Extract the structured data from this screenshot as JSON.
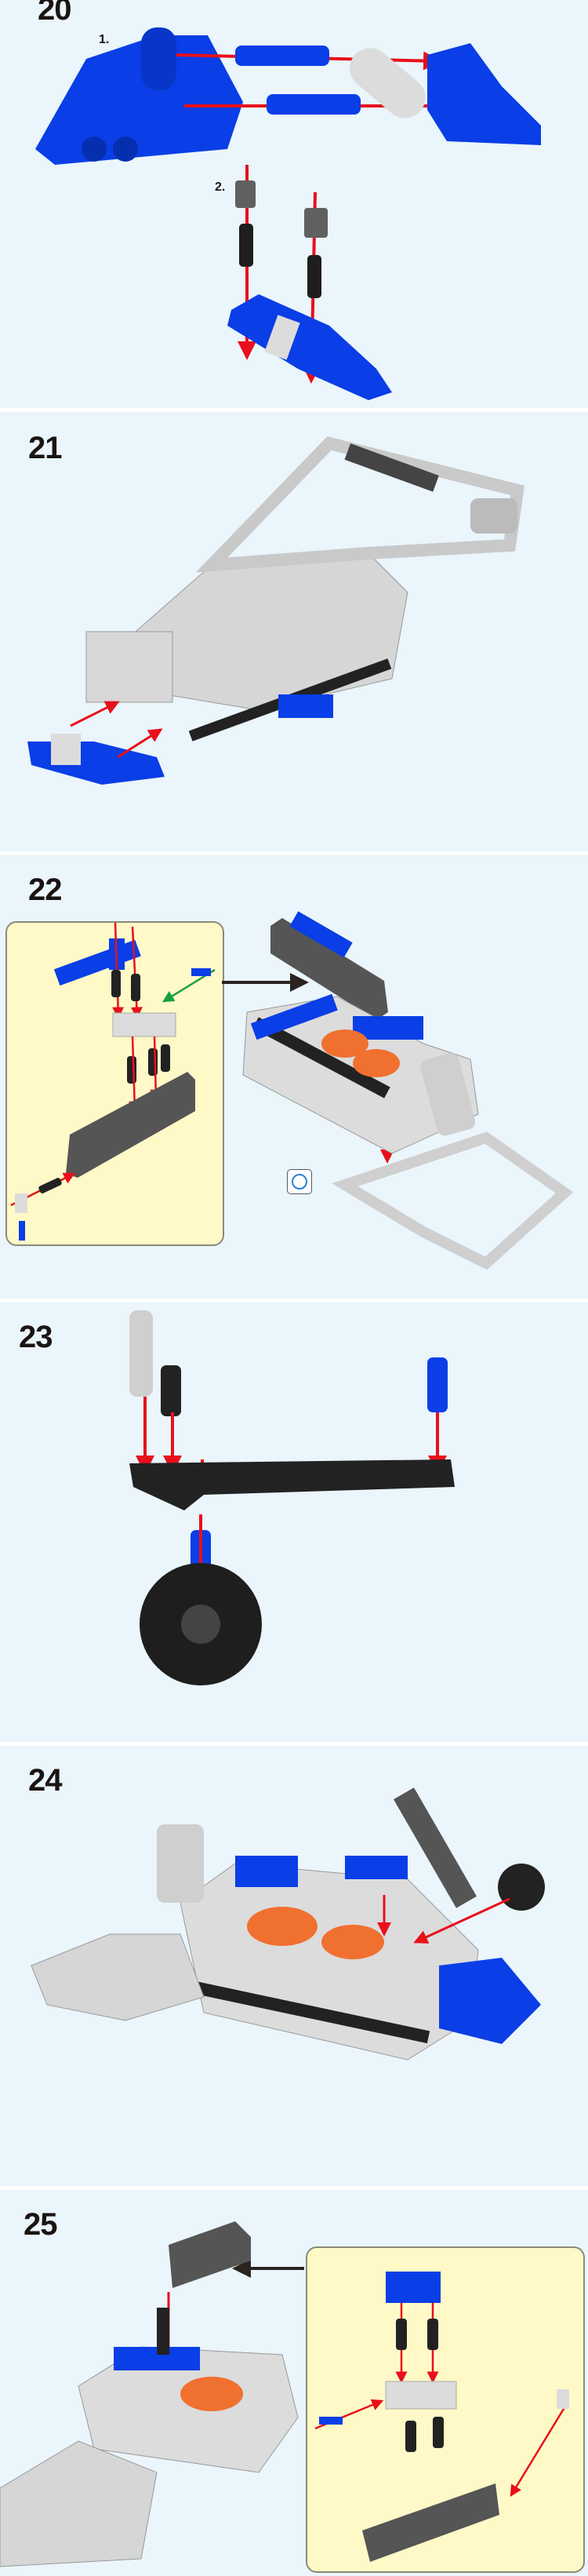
{
  "steps": [
    {
      "number": "20",
      "sub_steps": [
        "1.",
        "2."
      ]
    },
    {
      "number": "21"
    },
    {
      "number": "22",
      "callout": true,
      "rotate_icon": "rotate-model-icon"
    },
    {
      "number": "23"
    },
    {
      "number": "24"
    },
    {
      "number": "25",
      "callout": true
    }
  ],
  "colors": {
    "background": "#eaf5fc",
    "blue": "#0a3ee6",
    "grey": "#d8d8d8",
    "dark": "#555555",
    "black": "#222222",
    "arrow": "#e8101a",
    "callout": "#fff9c8"
  }
}
